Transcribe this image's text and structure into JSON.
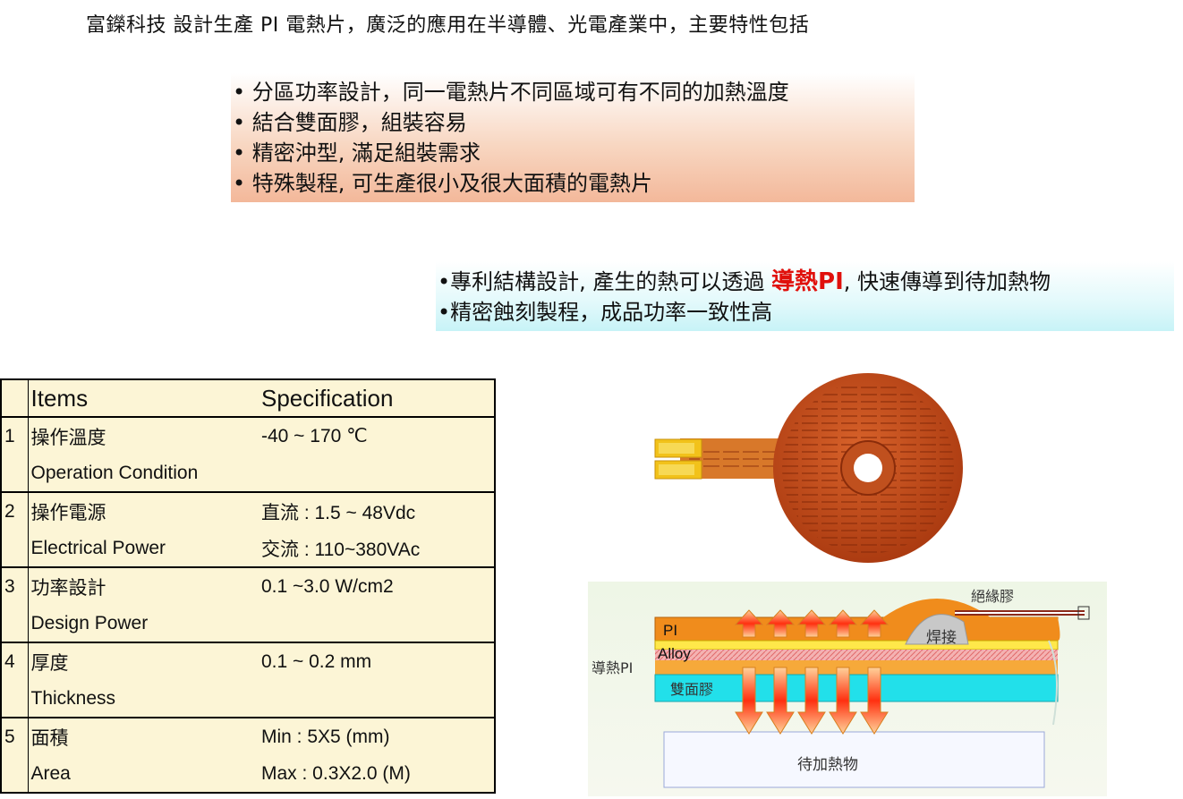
{
  "headline": "富鑅科技 設計生產 PI 電熱片，廣泛的應用在半導體、光電產業中，主要特性包括",
  "features": [
    "• 分區功率設計，同一電熱片不同區域可有不同的加熱溫度",
    "• 結合雙面膠，組裝容易",
    "• 精密沖型, 滿足組裝需求",
    "• 特殊製程, 可生產很小及很大面積的電熱片"
  ],
  "features2": {
    "line1_pre": "•專利結構設計, 產生的熱可以透過 ",
    "line1_hl": "導熱PI",
    "line1_post": ", 快速傳導到待加熱物",
    "line2": "•精密蝕刻製程，成品功率一致性高"
  },
  "table": {
    "header": [
      "Items",
      "Specification"
    ],
    "rows": [
      {
        "num": "1",
        "item": "操作溫度",
        "spec": "-40  ~ 170 ℃",
        "item_en": "Operation Condition",
        "spec2": ""
      },
      {
        "num": "2",
        "item": "操作電源",
        "spec": "直流 : 1.5 ~ 48Vdc",
        "item_en": "Electrical Power",
        "spec2": "交流 : 110~380VAc"
      },
      {
        "num": "3",
        "item": "功率設計",
        "spec": "0.1 ~3.0 W/cm2",
        "item_en": "Design Power",
        "spec2": ""
      },
      {
        "num": "4",
        "item": "厚度",
        "spec": "0.1 ~ 0.2 mm",
        "item_en": "Thickness",
        "spec2": ""
      },
      {
        "num": "5",
        "item": "面積",
        "spec": "Min : 5X5 (mm)",
        "item_en": "Area",
        "spec2": "Max : 0.3X2.0 (M)"
      }
    ]
  },
  "diagram": {
    "label_insulation": "絕緣膠",
    "label_pi": "PI",
    "label_alloy": "Alloy",
    "label_weld": "焊接",
    "label_thermal_pi": "導熱PI",
    "label_tape": "雙面膠",
    "label_target": "待加熱物"
  },
  "colors": {
    "highlight": "#e0100c",
    "pi_orange": "#f08c1c",
    "alloy_yellow": "#ffe84a",
    "tape_cyan": "#22e0ea",
    "insulation_green": "#22cc22",
    "heater_copper": "#c8501e",
    "connector_gold": "#f2c21a"
  }
}
